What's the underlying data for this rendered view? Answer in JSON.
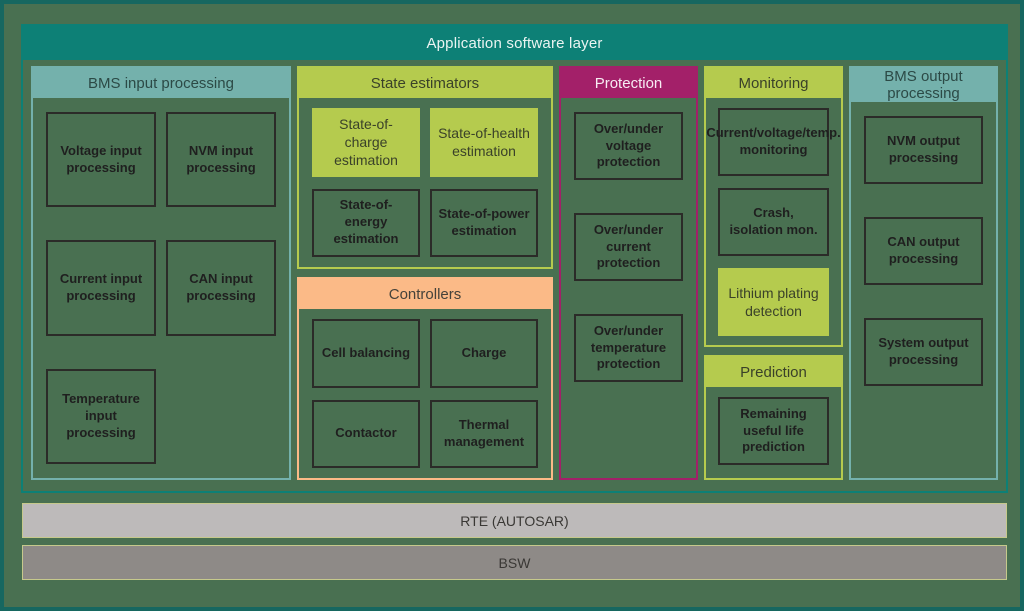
{
  "banner": {
    "title": "Application software layer"
  },
  "sections": {
    "bms_input": {
      "header": "BMS input processing",
      "boxes": [
        "Voltage input processing",
        "NVM input processing",
        "Current input processing",
        "CAN input processing",
        "Temperature input processing"
      ]
    },
    "state_estimators": {
      "header": "State estimators",
      "boxes": [
        "State-of-charge estimation",
        "State-of-health estimation",
        "State-of-energy estimation",
        "State-of-power estimation"
      ]
    },
    "controllers": {
      "header": "Controllers",
      "boxes": [
        "Cell balancing",
        "Charge",
        "Contactor",
        "Thermal management"
      ]
    },
    "protection": {
      "header": "Protection",
      "boxes": [
        "Over/under voltage protection",
        "Over/under current protection",
        "Over/under temperature protection"
      ]
    },
    "monitoring": {
      "header": "Monitoring",
      "boxes": [
        "Current/voltage/temp. monitoring",
        "Crash, isolation mon.",
        "Lithium plating detection"
      ]
    },
    "prediction": {
      "header": "Prediction",
      "boxes": [
        "Remaining useful life prediction"
      ]
    },
    "bms_output": {
      "header": "BMS output processing",
      "boxes": [
        "NVM output processing",
        "CAN output processing",
        "System output processing"
      ]
    }
  },
  "layers": {
    "rte": "RTE (AUTOSAR)",
    "bsw": "BSW"
  },
  "colors": {
    "background_green": "#497051",
    "outer_border_teal": "#166760",
    "banner_teal": "#0D8076",
    "light_teal": "#74B1AC",
    "accent_green": "#B5CB4E",
    "accent_orange": "#FBBA87",
    "accent_magenta": "#A32069",
    "dark_box_border": "#2B2B28",
    "rte_gray": "#BDBABA",
    "bsw_gray": "#8E8A87"
  }
}
